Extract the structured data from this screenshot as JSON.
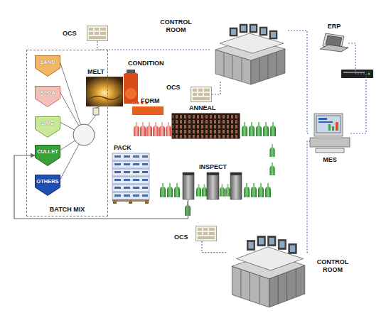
{
  "diagram": {
    "nodes": [
      {
        "text": [
          "BATCH MIX"
        ]
      },
      {
        "text": [
          "SAND"
        ],
        "in": 0
      },
      {
        "text": [
          "SODA"
        ],
        "in": 0
      },
      {
        "text": [
          "LIME"
        ],
        "in": 0
      },
      {
        "text": [
          "CULLET"
        ],
        "in": 0
      },
      {
        "text": [
          "OTHERS"
        ],
        "in": 0
      },
      {
        "text": [
          "OCS"
        ]
      },
      {
        "text": [
          "CONTROL ROOM"
        ]
      },
      {
        "text": [
          "ERP"
        ]
      },
      {
        "text": [
          "MELT"
        ]
      },
      {
        "text": [
          "CONDITION"
        ]
      },
      {
        "text": [
          "OCS"
        ]
      },
      {
        "text": [
          "FORM"
        ]
      },
      {
        "text": [
          "ANNEAL"
        ]
      },
      {
        "text": [
          "MES"
        ]
      },
      {
        "text": [
          "PACK"
        ]
      },
      {
        "text": [
          "INSPECT"
        ]
      },
      {
        "text": [
          "OCS"
        ]
      },
      {
        "text": [
          "CONTROL ROOM"
        ]
      }
    ],
    "edges": [
      {
        "from": 6,
        "to": 7,
        "arrow": "none"
      },
      {
        "from": 11,
        "to": 7,
        "arrow": "none"
      },
      {
        "from": 7,
        "to": 14,
        "arrow": "none"
      },
      {
        "from": 18,
        "to": 14,
        "arrow": "none"
      },
      {
        "from": 8,
        "to": 14,
        "arrow": "none"
      },
      {
        "from": 17,
        "to": 18,
        "arrow": "none"
      },
      {
        "from": 16,
        "to": 4,
        "arrow": "to"
      }
    ]
  }
}
